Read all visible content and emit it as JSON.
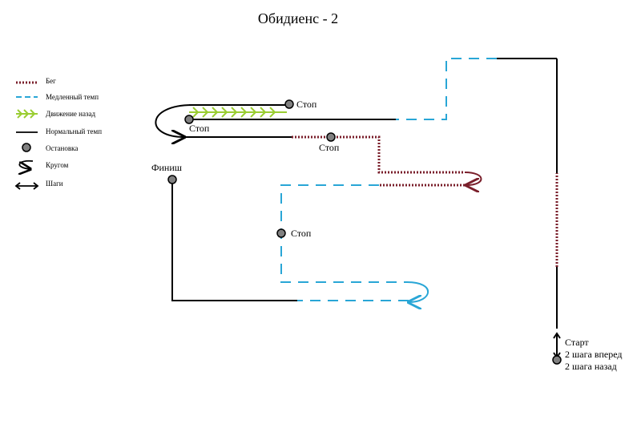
{
  "title": "Обидиенс - 2",
  "legend": [
    {
      "key": "run",
      "label": "Бег",
      "icon": "dotted-line-icon"
    },
    {
      "key": "slow",
      "label": "Медленный темп",
      "icon": "dashed-line-icon"
    },
    {
      "key": "backward",
      "label": "Движение назад",
      "icon": "chevron-arrows-icon"
    },
    {
      "key": "normal",
      "label": "Нормальный темп",
      "icon": "solid-line-icon"
    },
    {
      "key": "stop",
      "label": "Остановка",
      "icon": "stop-dot-icon"
    },
    {
      "key": "circle",
      "label": "Кругом",
      "icon": "u-turn-icon"
    },
    {
      "key": "steps",
      "label": "Шаги",
      "icon": "double-arrow-icon"
    }
  ],
  "labels": {
    "stop1": "Стоп",
    "stop2": "Стоп",
    "stop3": "Стоп",
    "stop4": "Стоп",
    "finish": "Финиш",
    "start": "Старт",
    "start_step1": "2 шага вперед",
    "start_step2": "2 шага назад"
  },
  "colors": {
    "run": "#7a1f2b",
    "slow": "#29a6d6",
    "backward": "#9acd32",
    "normal": "#000000",
    "stop_fill": "#808080"
  }
}
